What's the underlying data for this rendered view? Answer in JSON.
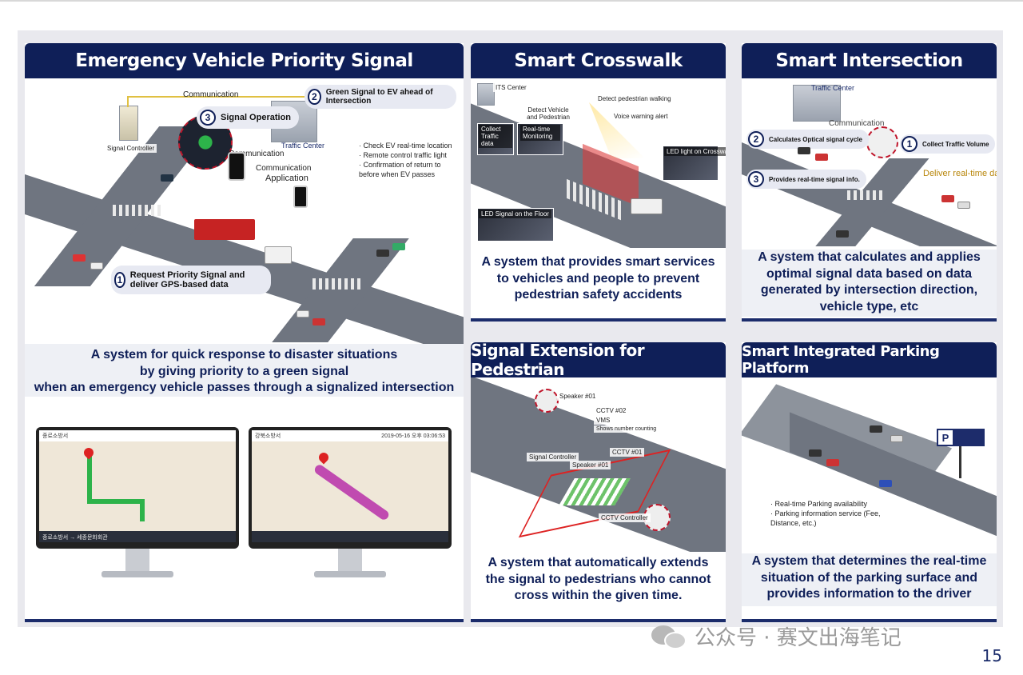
{
  "panels": {
    "ev": {
      "title": "Emergency Vehicle Priority Signal",
      "desc": [
        "A system for quick response to disaster situations",
        "by giving priority to a green signal",
        "when an emergency vehicle passes through a signalized intersection"
      ],
      "labels": {
        "communication_top": "Communication",
        "signal_controller": "Signal Controller",
        "step3": "Signal Operation",
        "step2": "Green Signal to EV ahead of Intersection",
        "step1": "Request Priority Signal and deliver GPS-based data",
        "communication_mid": "Communication",
        "communication_low": "Communication",
        "traffic_center": "Traffic Center",
        "application": "Application",
        "bullets": [
          "Check EV real-time location",
          "Remote control traffic light",
          "Confirmation of return to before when EV passes"
        ]
      },
      "monitors": {
        "left_header": "종로소방서",
        "left_route": "종로소방서 → 세종문화회관",
        "right_header": "강북소방서",
        "right_time": "2019-05-16 오후 03:06:53"
      },
      "numbers": {
        "n1": "1",
        "n2": "2",
        "n3": "3"
      }
    },
    "crosswalk": {
      "title": "Smart Crosswalk",
      "desc": [
        "A system that provides smart services",
        "to vehicles and people to prevent",
        "pedestrian safety accidents"
      ],
      "labels": {
        "its_center": "ITS Center",
        "detect_walking": "Detect pedestrian walking",
        "detect_vp": "Detect Vehicle and Pedestrian",
        "voice_alert": "Voice warning alert",
        "collect": "Collect Traffic data",
        "realtime": "Real-time Monitoring",
        "led_crosswalk": "LED light on Crosswalk",
        "led_floor": "LED Signal on the Floor"
      }
    },
    "intersection": {
      "title": "Smart Intersection",
      "desc": [
        "A system that calculates and applies",
        "optimal signal data based on data",
        "generated by intersection direction,",
        "vehicle type, etc"
      ],
      "labels": {
        "traffic_center": "Traffic Center",
        "communication": "Communication",
        "step2": "Calculates Optical signal cycle",
        "step1": "Collect Traffic Volume",
        "step3": "Provides real-time signal info.",
        "deliver": "Deliver real-time data"
      },
      "numbers": {
        "n1": "1",
        "n2": "2",
        "n3": "3"
      }
    },
    "extension": {
      "title": "Signal Extension for Pedestrian",
      "desc": [
        "A system that automatically extends",
        "the signal to pedestrians who cannot",
        "cross within the given time."
      ],
      "labels": {
        "speaker1": "Speaker #01",
        "cctv2": "CCTV #02",
        "vms": "VMS",
        "vms_sub": "Shows number counting",
        "signal_controller": "Signal Controller",
        "cctv1": "CCTV #01",
        "speaker1b": "Speaker #01",
        "cctv_controller": "CCTV Controller"
      }
    },
    "parking": {
      "title": "Smart Integrated Parking Platform",
      "desc": [
        "A system that determines the real-time",
        "situation of the parking surface and",
        "provides information to the driver"
      ],
      "labels": {
        "sign": "P",
        "bullets": [
          "Real-time Parking availability",
          "Parking information service (Fee, Distance, etc.)"
        ]
      }
    }
  },
  "watermark": "公众号 · 赛文出海笔记",
  "page_number": "15",
  "colors": {
    "navy": "#0f1f58",
    "accent_red": "#c0152a",
    "green": "#2db34a"
  }
}
